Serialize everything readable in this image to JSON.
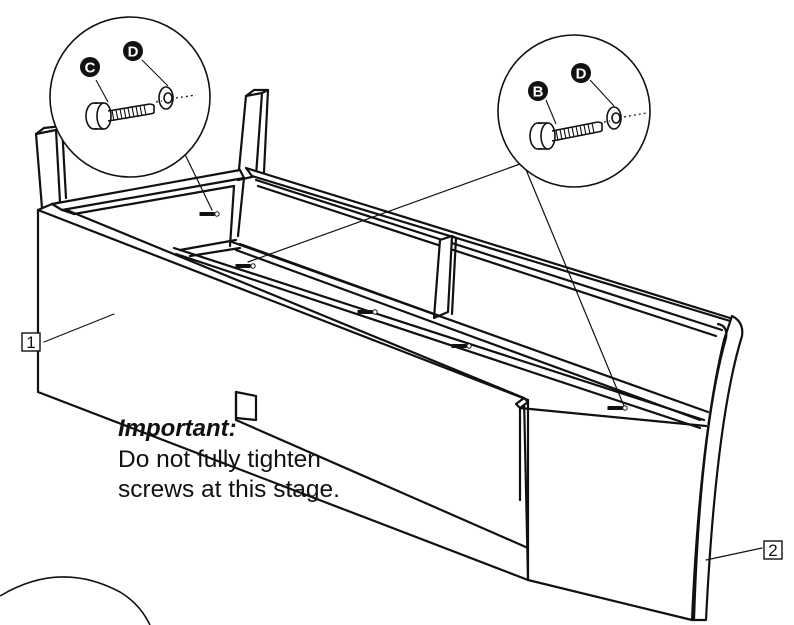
{
  "note": {
    "title": "Important:",
    "lines": [
      "Do not fully tighten",
      "screws at this stage."
    ]
  },
  "labels": {
    "part_1": "1",
    "part_2": "2",
    "bolt_c": "C",
    "washer_d_left": "D",
    "bolt_b": "B",
    "washer_d_right": "D"
  }
}
